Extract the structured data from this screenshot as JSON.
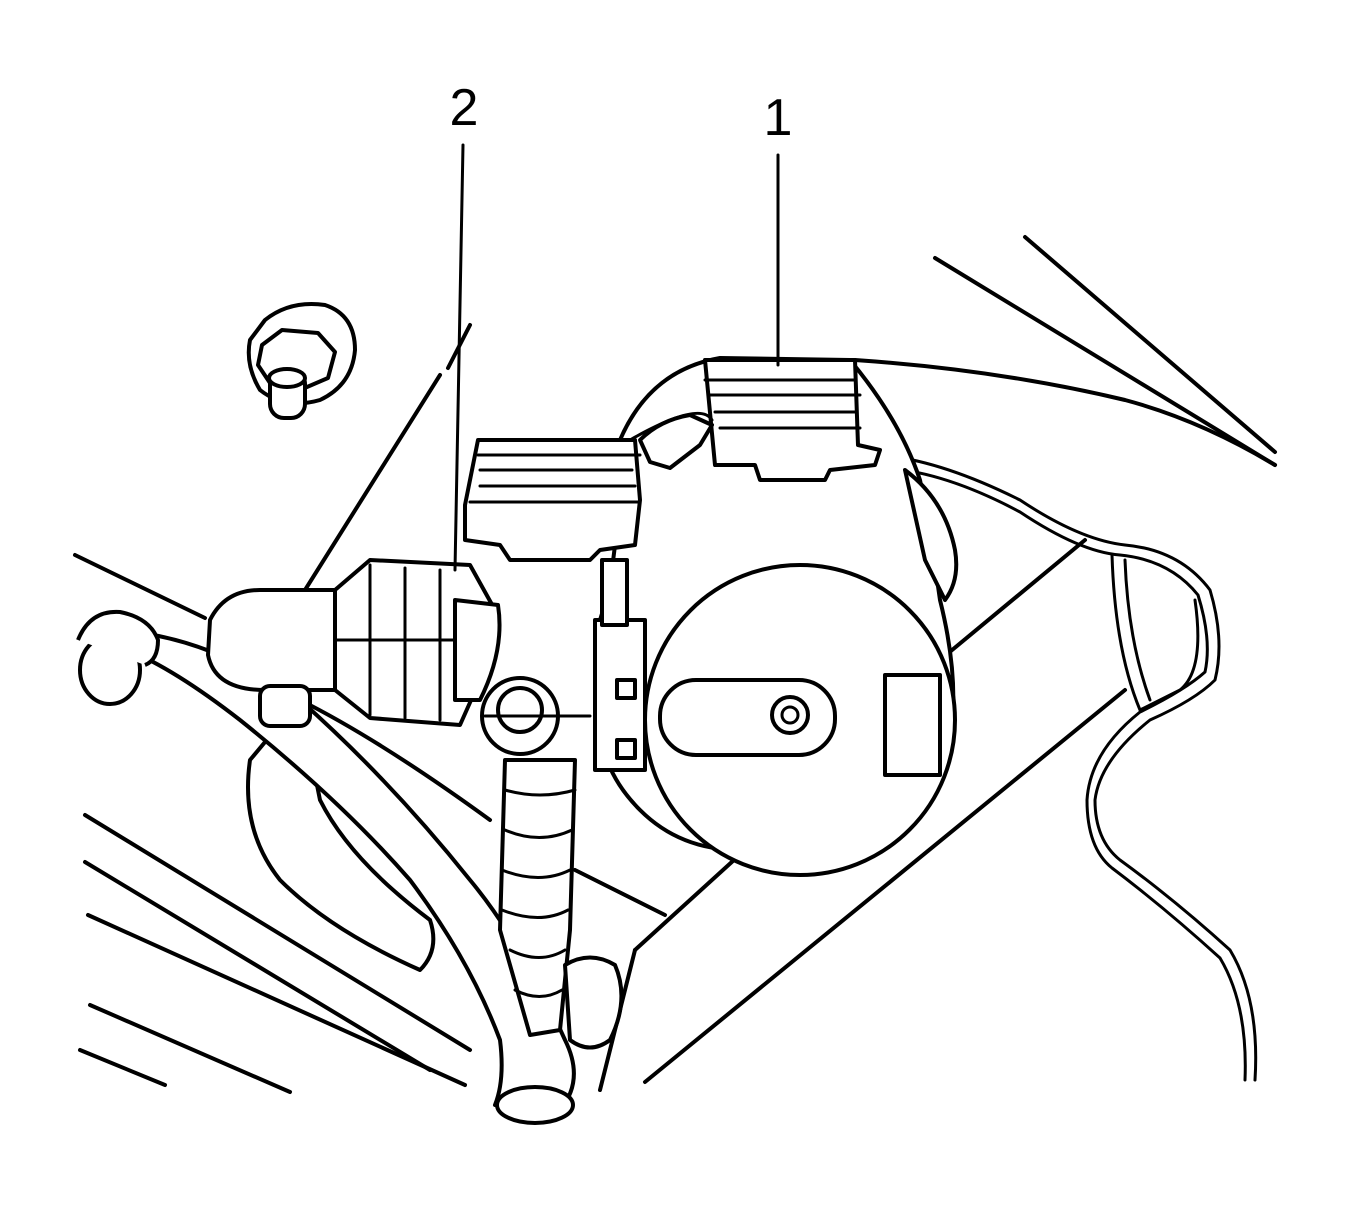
{
  "callouts": [
    {
      "number": "1",
      "target": "actuator-connector"
    },
    {
      "number": "2",
      "target": "hose-connector"
    }
  ],
  "colors": {
    "line": "#000000",
    "background": "#ffffff"
  }
}
